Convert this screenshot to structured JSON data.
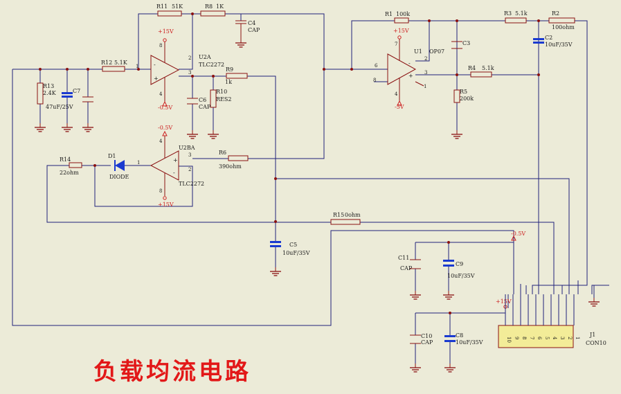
{
  "title": "负载均流电路",
  "colors": {
    "background": "#ecebd8",
    "wire": "#20207a",
    "component": "#8a1010",
    "power": "#cc2020",
    "title": "#e21818"
  },
  "resistors": [
    {
      "ref": "R11",
      "value": "51K"
    },
    {
      "ref": "R8",
      "value": "1K"
    },
    {
      "ref": "R12",
      "value": "5.1K"
    },
    {
      "ref": "R9",
      "value": "1k"
    },
    {
      "ref": "R10",
      "value": "RES2"
    },
    {
      "ref": "R13",
      "value": "2.4K"
    },
    {
      "ref": "R6",
      "value": "390ohm"
    },
    {
      "ref": "R14",
      "value": "22ohm"
    },
    {
      "ref": "R15",
      "value": "0ohm"
    },
    {
      "ref": "R1",
      "value": "100k"
    },
    {
      "ref": "R3",
      "value": "5.1k"
    },
    {
      "ref": "R2",
      "value": "100ohm"
    },
    {
      "ref": "R4",
      "value": "5.1k"
    },
    {
      "ref": "R5",
      "value": "200k"
    }
  ],
  "capacitors": [
    {
      "ref": "C4",
      "value": "CAP"
    },
    {
      "ref": "C6",
      "value": "CAP"
    },
    {
      "ref": "C7",
      "value": "47uF/25V"
    },
    {
      "ref": "C5",
      "value": "10uF/35V"
    },
    {
      "ref": "C3",
      "value": ""
    },
    {
      "ref": "C2",
      "value": "10uF/35V"
    },
    {
      "ref": "C11",
      "value": "CAP"
    },
    {
      "ref": "C9",
      "value": "10uF/35V"
    },
    {
      "ref": "C10",
      "value": "CAP"
    },
    {
      "ref": "C8",
      "value": "10uF/35V"
    }
  ],
  "opamps": [
    {
      "ref": "U2A",
      "part": "TLC2272"
    },
    {
      "ref": "U2BA",
      "part": "TLC2272"
    },
    {
      "ref": "U1",
      "part": "OP07"
    }
  ],
  "diode": {
    "ref": "D1",
    "part": "DIODE"
  },
  "connector": {
    "ref": "J1",
    "part": "CON10",
    "pins": [
      "10",
      "9",
      "8",
      "7",
      "6",
      "5",
      "4",
      "3",
      "2",
      "1"
    ]
  },
  "power": {
    "pos": "+15V",
    "neg": "-0.5V",
    "neg_u1": "-5V"
  },
  "pins": {
    "u2a": {
      "p8": "8",
      "p1": "1",
      "p2": "2",
      "p3": "3",
      "p4": "4"
    },
    "u2b": {
      "p4": "4",
      "p3": "3",
      "p2": "2",
      "p1": "1",
      "p8": "8"
    },
    "u1": {
      "p7": "7",
      "p6": "6",
      "p2": "2",
      "p3": "3",
      "p8": "8",
      "p4": "4",
      "p1": "1"
    }
  }
}
